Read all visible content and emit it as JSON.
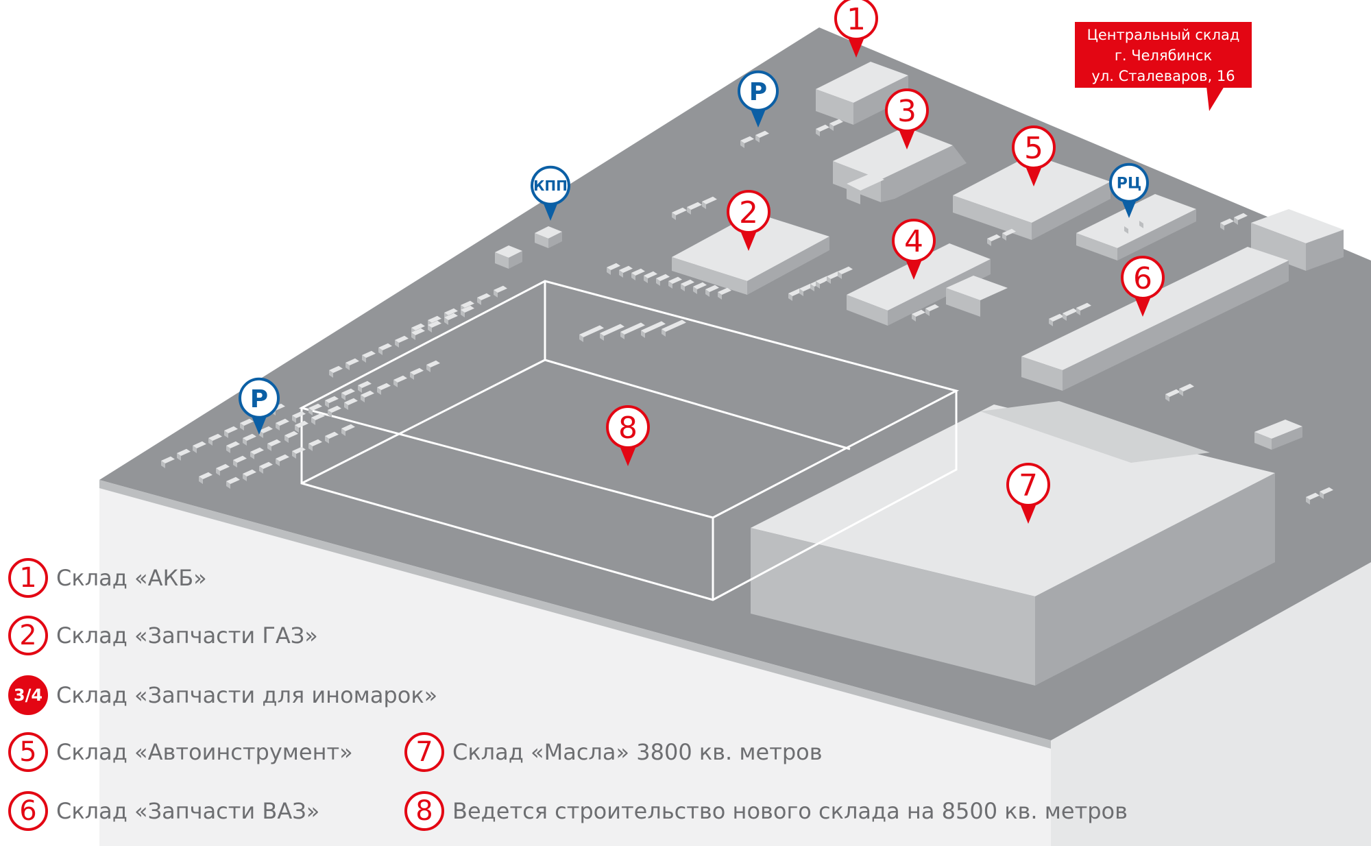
{
  "callout": {
    "lines": [
      "Центральный склад",
      "г. Челябинск",
      "ул. Сталеваров, 16"
    ]
  },
  "markers": {
    "p1": "1",
    "p2": "2",
    "p3": "3",
    "p4": "4",
    "p5": "5",
    "p6": "6",
    "p7": "7",
    "p8": "8",
    "parking": "P",
    "kpp": "КПП",
    "rc": "РЦ"
  },
  "legend": [
    {
      "badge": "1",
      "text": "Склад  «АКБ»"
    },
    {
      "badge": "2",
      "text": "Склад  «Запчасти ГАЗ»"
    },
    {
      "badge": "3/4",
      "text": "Склад  «Запчасти для иномарок»"
    },
    {
      "badge": "5",
      "text": "Склад  «Автоинструмент»"
    },
    {
      "badge": "6",
      "text": "Склад  «Запчасти ВАЗ»"
    },
    {
      "badge": "7",
      "text": "Склад  «Масла» 3800 кв. метров"
    },
    {
      "badge": "8",
      "text": "Ведется строительство нового склада на 8500 кв. метров"
    }
  ],
  "colors": {
    "brand_red": "#e30613",
    "parking_blue": "#0b5fa5",
    "ground": "#939598",
    "building": "#d1d3d4",
    "legend_text": "#6d6e71"
  }
}
